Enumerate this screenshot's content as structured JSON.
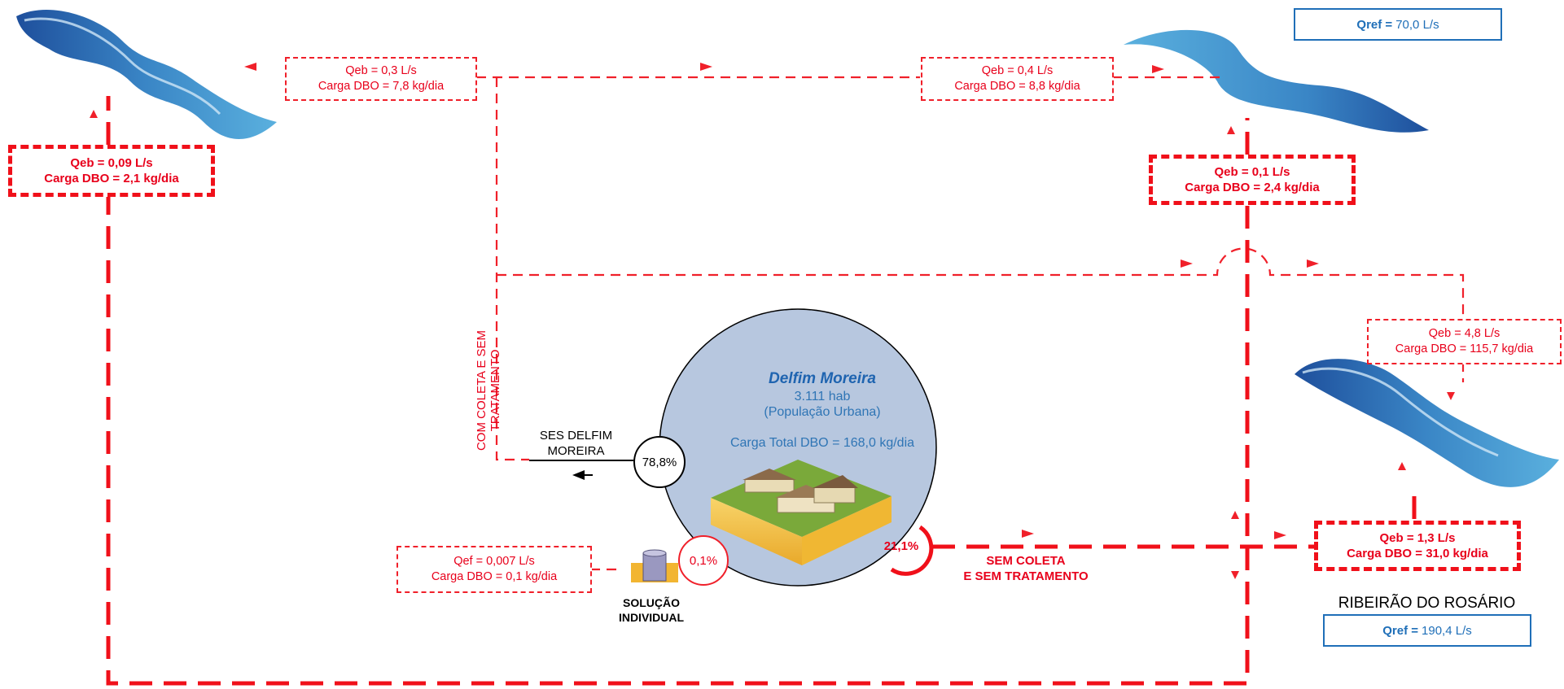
{
  "boxes": {
    "qeb_west_small": {
      "line1": "Qeb = 0,3 L/s",
      "line2": "Carga DBO = 7,8 kg/dia"
    },
    "qeb_north": {
      "line1": "Qeb = 0,4 L/s",
      "line2": "Carga DBO = 8,8 kg/dia"
    },
    "qeb_west_bold": {
      "line1": "Qeb = 0,09 L/s",
      "line2": "Carga DBO = 2,1 kg/dia"
    },
    "qeb_north_bold": {
      "line1": "Qeb = 0,1 L/s",
      "line2": "Carga DBO = 2,4 kg/dia"
    },
    "qeb_east": {
      "line1": "Qeb = 4,8 L/s",
      "line2": "Carga DBO = 115,7 kg/dia"
    },
    "qeb_east_bold": {
      "line1": "Qeb = 1,3 L/s",
      "line2": "Carga DBO = 31,0 kg/dia"
    },
    "qef_individual": {
      "line1": "Qef = 0,007 L/s",
      "line2": "Carga DBO = 0,1 kg/dia"
    }
  },
  "qref_top": {
    "label": "Qref =",
    "value": "70,0 L/s"
  },
  "qref_bottom": {
    "label": "Qref =",
    "value": "190,4 L/s"
  },
  "river_name": "RIBEIRÃO DO ROSÁRIO",
  "city": {
    "name": "Delfim Moreira",
    "population": "3.111 hab",
    "population_note": "(População Urbana)",
    "total_load": "Carga Total DBO = 168,0 kg/dia"
  },
  "percentages": {
    "ses": "78,8%",
    "individual": "0,1%",
    "sem_coleta": "21,1%"
  },
  "labels": {
    "ses_line1": "SES DELFIM",
    "ses_line2": "MOREIRA",
    "com_coleta_line1": "COM COLETA E SEM",
    "com_coleta_line2": "TRATAMENTO",
    "sem_coleta_line1": "SEM COLETA",
    "sem_coleta_line2": "E SEM TRATAMENTO",
    "solucao_line1": "SOLUÇÃO",
    "solucao_line2": "INDIVIDUAL"
  },
  "colors": {
    "flow_red": "#f0101a",
    "river_dark": "#1e4f9c",
    "river_light": "#4aa3d4",
    "city_circle": "#b7c7df",
    "qref_blue": "#1f6fb8",
    "city_text_blue": "#2f75b5"
  }
}
